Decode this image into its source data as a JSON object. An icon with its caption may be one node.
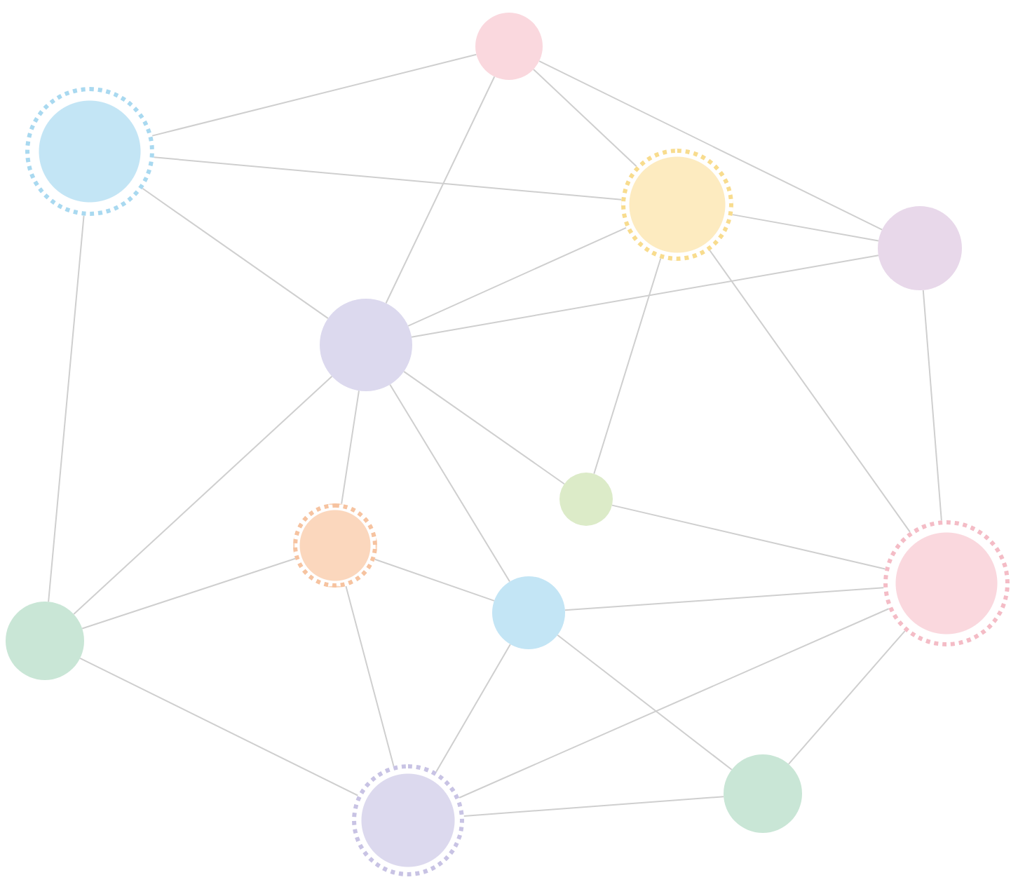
{
  "diagram": {
    "nodes": [
      {
        "text": [],
        "shape": "circle"
      },
      {
        "text": [],
        "shape": "circle"
      },
      {
        "text": [],
        "shape": "circle"
      },
      {
        "text": [],
        "shape": "circle"
      },
      {
        "text": [],
        "shape": "circle"
      },
      {
        "text": [],
        "shape": "circle"
      },
      {
        "text": [],
        "shape": "circle"
      },
      {
        "text": [],
        "shape": "circle"
      },
      {
        "text": [],
        "shape": "circle"
      },
      {
        "text": [],
        "shape": "circle"
      },
      {
        "text": [],
        "shape": "circle"
      },
      {
        "text": [],
        "shape": "circle"
      }
    ],
    "edges": [
      {
        "from": 0,
        "to": 1,
        "arrow": "none"
      },
      {
        "from": 0,
        "to": 2,
        "arrow": "none"
      },
      {
        "from": 0,
        "to": 3,
        "arrow": "none"
      },
      {
        "from": 0,
        "to": 4,
        "arrow": "none"
      },
      {
        "from": 1,
        "to": 2,
        "arrow": "none"
      },
      {
        "from": 1,
        "to": 4,
        "arrow": "none"
      },
      {
        "from": 1,
        "to": 8,
        "arrow": "none"
      },
      {
        "from": 2,
        "to": 3,
        "arrow": "none"
      },
      {
        "from": 2,
        "to": 4,
        "arrow": "none"
      },
      {
        "from": 2,
        "to": 5,
        "arrow": "none"
      },
      {
        "from": 2,
        "to": 9,
        "arrow": "none"
      },
      {
        "from": 3,
        "to": 4,
        "arrow": "none"
      },
      {
        "from": 3,
        "to": 9,
        "arrow": "none"
      },
      {
        "from": 4,
        "to": 8,
        "arrow": "none"
      },
      {
        "from": 4,
        "to": 6,
        "arrow": "none"
      },
      {
        "from": 4,
        "to": 7,
        "arrow": "none"
      },
      {
        "from": 4,
        "to": 5,
        "arrow": "none"
      },
      {
        "from": 5,
        "to": 9,
        "arrow": "none"
      },
      {
        "from": 6,
        "to": 8,
        "arrow": "none"
      },
      {
        "from": 6,
        "to": 7,
        "arrow": "none"
      },
      {
        "from": 6,
        "to": 10,
        "arrow": "none"
      },
      {
        "from": 7,
        "to": 9,
        "arrow": "none"
      },
      {
        "from": 7,
        "to": 10,
        "arrow": "none"
      },
      {
        "from": 7,
        "to": 11,
        "arrow": "none"
      },
      {
        "from": 9,
        "to": 10,
        "arrow": "none"
      },
      {
        "from": 9,
        "to": 11,
        "arrow": "none"
      },
      {
        "from": 8,
        "to": 10,
        "arrow": "none"
      },
      {
        "from": 10,
        "to": 11,
        "arrow": "none"
      }
    ]
  }
}
